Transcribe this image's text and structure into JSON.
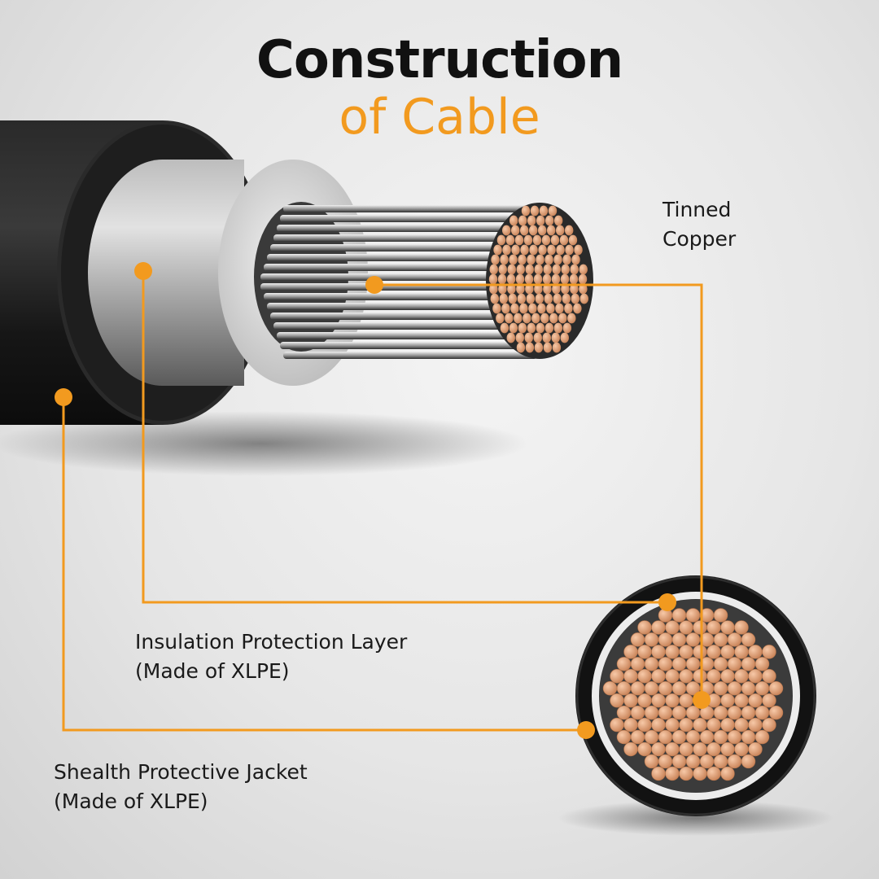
{
  "title": {
    "line1": "Construction",
    "line2": "of Cable"
  },
  "labels": {
    "tinned_copper": {
      "line1": "Tinned",
      "line2": "Copper"
    },
    "insulation": {
      "line1": "Insulation Protection Layer",
      "line2": "(Made of XLPE)"
    },
    "sheath": {
      "line1": "Shealth Protective Jacket",
      "line2": "(Made of XLPE)"
    }
  },
  "colors": {
    "accent": "#f29a1f",
    "jacket": "#1b1b1b",
    "insulation": "#d9d9d9",
    "copper": "#e7a27d"
  }
}
